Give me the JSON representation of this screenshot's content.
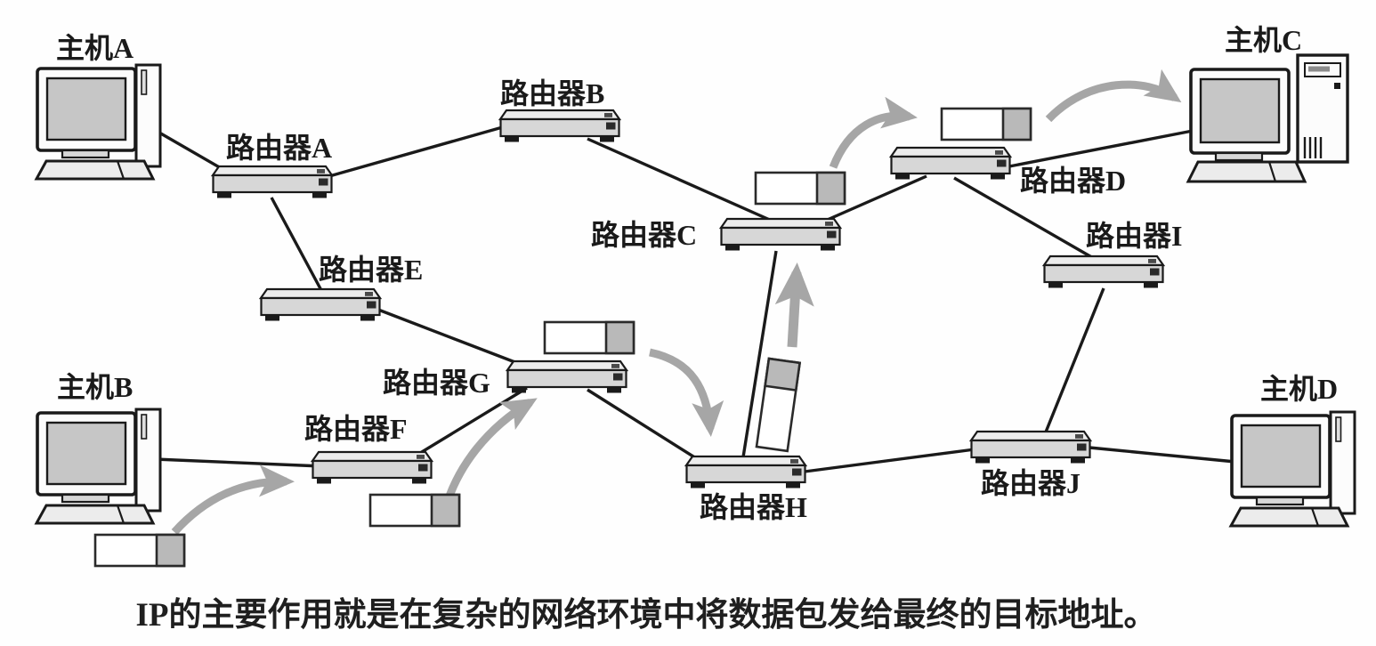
{
  "figure": {
    "type": "network-topology-diagram",
    "caption": "IP的主要作用就是在复杂的网络环境中将数据包发给最终的目标地址。",
    "nodes": {
      "hostA": {
        "label": "主机A",
        "kind": "host"
      },
      "hostB": {
        "label": "主机B",
        "kind": "host"
      },
      "hostC": {
        "label": "主机C",
        "kind": "host"
      },
      "hostD": {
        "label": "主机D",
        "kind": "host"
      },
      "routerA": {
        "label": "路由器A",
        "kind": "router"
      },
      "routerB": {
        "label": "路由器B",
        "kind": "router"
      },
      "routerC": {
        "label": "路由器C",
        "kind": "router"
      },
      "routerD": {
        "label": "路由器D",
        "kind": "router"
      },
      "routerE": {
        "label": "路由器E",
        "kind": "router"
      },
      "routerF": {
        "label": "路由器F",
        "kind": "router"
      },
      "routerG": {
        "label": "路由器G",
        "kind": "router"
      },
      "routerH": {
        "label": "路由器H",
        "kind": "router"
      },
      "routerI": {
        "label": "路由器I",
        "kind": "router"
      },
      "routerJ": {
        "label": "路由器J",
        "kind": "router"
      }
    },
    "links": [
      [
        "hostA",
        "routerA"
      ],
      [
        "routerA",
        "routerB"
      ],
      [
        "routerA",
        "routerE"
      ],
      [
        "routerB",
        "routerC"
      ],
      [
        "routerE",
        "routerG"
      ],
      [
        "hostB",
        "routerF"
      ],
      [
        "routerF",
        "routerG"
      ],
      [
        "routerG",
        "routerH"
      ],
      [
        "routerC",
        "routerH"
      ],
      [
        "routerC",
        "routerD"
      ],
      [
        "routerD",
        "hostC"
      ],
      [
        "routerD",
        "routerI"
      ],
      [
        "routerI",
        "routerJ"
      ],
      [
        "routerH",
        "routerJ"
      ],
      [
        "routerJ",
        "hostD"
      ]
    ],
    "packet_route": [
      "hostB",
      "routerF",
      "routerG",
      "routerH",
      "routerC",
      "routerD",
      "hostC"
    ],
    "packet_count": 6,
    "colors": {
      "line": "#1a1a1a",
      "arrow": "#a6a6a6",
      "router_body": "#d7d7d7",
      "router_top": "#ececec",
      "packet_block": "#b9b9b9",
      "screen": "#c6c6c6"
    }
  }
}
